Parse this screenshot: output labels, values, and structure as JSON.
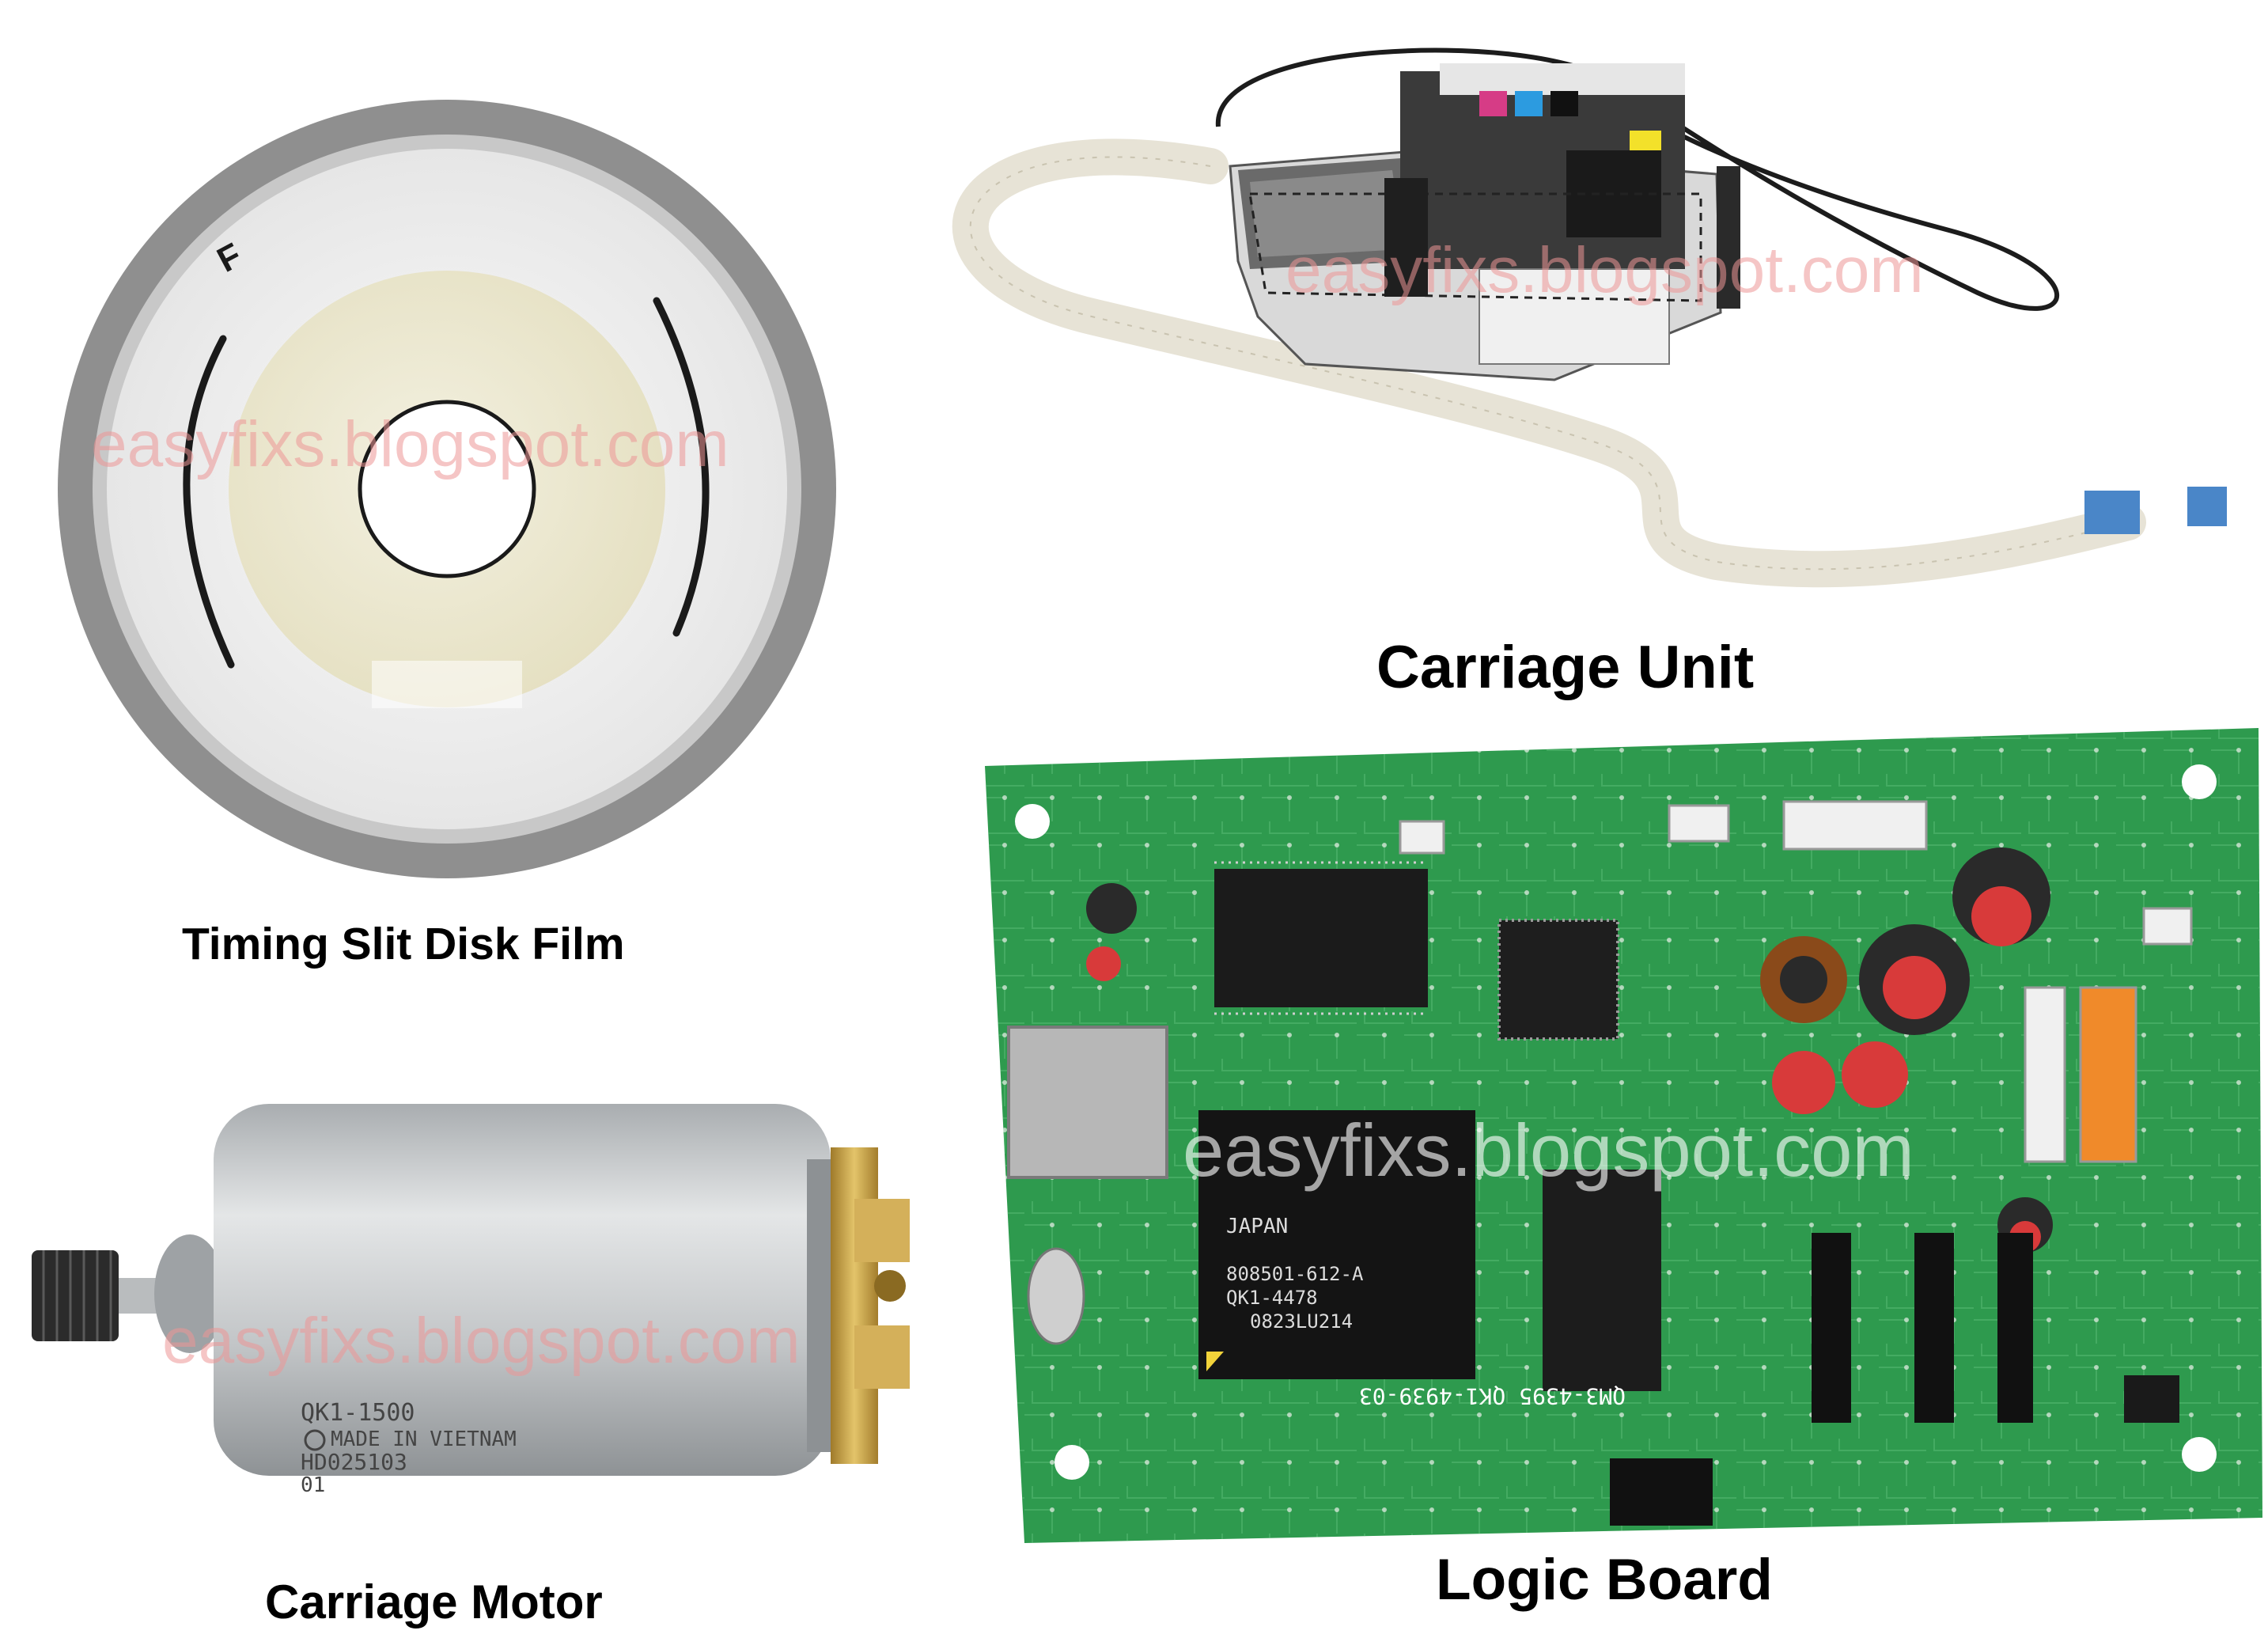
{
  "watermark": "easyfixs.blogspot.com",
  "panels": {
    "disk": {
      "caption": "Timing Slit Disk Film",
      "symbol": "F"
    },
    "carriage": {
      "caption": "Carriage Unit"
    },
    "motor": {
      "caption": "Carriage Motor",
      "label_lines": [
        "QK1-1500",
        "MADE IN VIETNAM",
        "HD025103",
        "01"
      ]
    },
    "board": {
      "caption": "Logic Board",
      "chip_lines": [
        "JAPAN",
        "808501-612-A",
        "QK1-4478",
        "0823LU214"
      ],
      "silkscreen": "QM3-4395  QK1-4939-03"
    }
  },
  "colors": {
    "pcb": "#2e9a4e",
    "pcb_dark": "#1f7a3a",
    "chip": "#1b1b1b",
    "capacitor": "#2a2a2a",
    "capacitor_red": "#d83a3a",
    "motor_body": "#c4c7c9",
    "brass": "#c9a24a",
    "disk_ring": "#8d8d8d",
    "disk_center": "#ece7c8"
  }
}
